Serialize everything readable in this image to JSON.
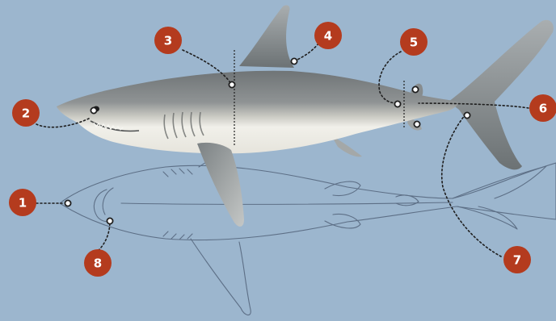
{
  "colors": {
    "background": "#9cb6ce",
    "badge": "#b43b1e",
    "badge_text": "#ffffff",
    "leader": "#1f1f1f",
    "outline_drawing": "#5d6f86",
    "shark_dorsal": "#7a7e80",
    "shark_belly": "#f2f1ea"
  },
  "labels": {
    "m1": "1",
    "m2": "2",
    "m3": "3",
    "m4": "4",
    "m5": "5",
    "m6": "6",
    "m7": "7",
    "m8": "8"
  }
}
